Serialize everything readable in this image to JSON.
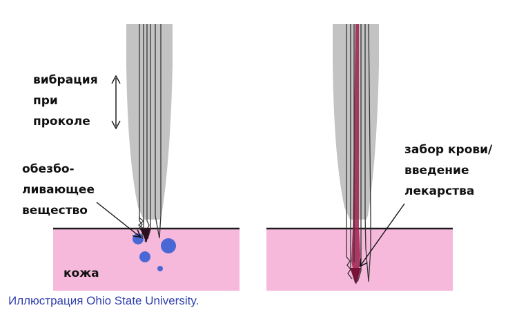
{
  "labels": {
    "vibration_line1": "вибрация",
    "vibration_line2": "при",
    "vibration_line3": "проколе",
    "anesthetic_line1": "обезбо-",
    "anesthetic_line2": "ливающее",
    "anesthetic_line3": "вещество",
    "skin": "кожа",
    "blood_line1": "забор крови/",
    "blood_line2": "введение",
    "blood_line3": "лекарства"
  },
  "credit": "Иллюстрация Ohio State University.",
  "colors": {
    "skin_fill": "#f6b9dc",
    "skin_line": "#1a1a1a",
    "needle_sheath": "#c3c3c3",
    "needle_outline": "#333333",
    "anesthetic_dots": "#4a67d6",
    "blood_channel": "#a0204e",
    "text": "#111111",
    "credit_text": "#2f3fae"
  }
}
